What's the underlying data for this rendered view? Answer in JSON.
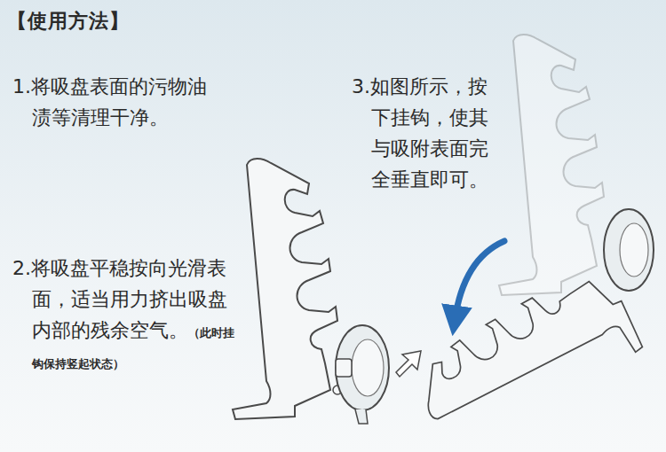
{
  "diagram": {
    "title": "【使用方法】",
    "labels": [
      "1.将吸盘表面的污物油渍等清理干净。",
      "2.将吸盘平稳按向光滑表面，适当用力挤出吸盘内部的残余空气。",
      "（此时挂钩保持竖起状态）",
      "3.如图所示，按下挂钩，使其与吸附表面完全垂直即可。"
    ]
  }
}
